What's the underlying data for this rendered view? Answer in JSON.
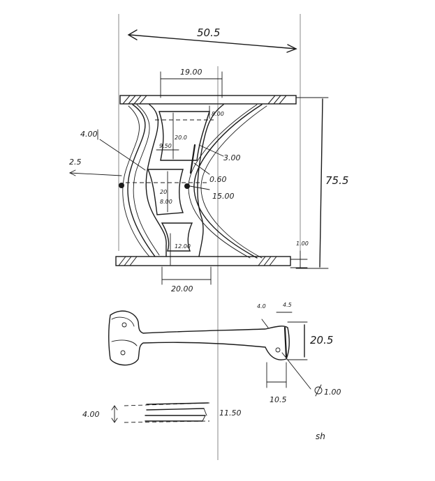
{
  "front_view": {
    "overall_width": "50.5",
    "top_width": "19.00",
    "bottom_width": "20.00",
    "overall_height": "75.5",
    "top_gap": "8.00",
    "upper_window_height": "20.0",
    "upper_window_width": "9.50",
    "left_thickness": "4.00",
    "side_offset": "2.5",
    "rib_width": "3.00",
    "rib_wall": "0.60",
    "mid_span": "20",
    "mid_small": "8.00",
    "mid_hole_label": "15.00",
    "lower_gap": "12.00",
    "foot_height": "1.00"
  },
  "top_view": {
    "tab_angle": "4.0",
    "tab_width": "4.5",
    "tab_height": "20.5",
    "tab_depth": "10.5",
    "hole_diameter": "1.00"
  },
  "section_view": {
    "thickness": "4.00",
    "slot_width": "11.50"
  },
  "signature": "sh"
}
